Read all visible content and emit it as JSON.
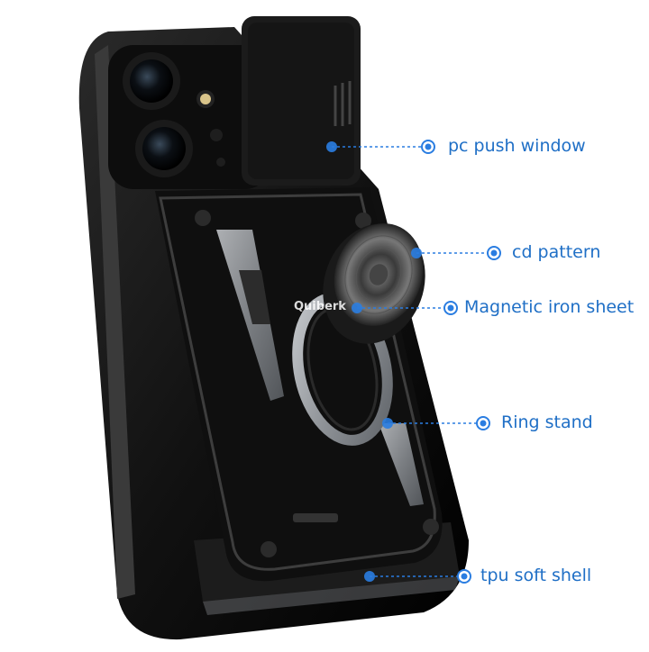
{
  "product": {
    "name": "rugged phone case with camera slider and ring stand",
    "watermark": "Quiberk"
  },
  "callouts": [
    {
      "id": "pc-push-window",
      "label": "pc push window"
    },
    {
      "id": "cd-pattern",
      "label": "cd pattern"
    },
    {
      "id": "magnetic-iron-sheet",
      "label": "Magnetic iron sheet"
    },
    {
      "id": "ring-stand",
      "label": "Ring stand"
    },
    {
      "id": "tpu-soft-shell",
      "label": "tpu soft shell"
    }
  ],
  "colors": {
    "callout_text": "#1f6fc6",
    "callout_dot": "#2a7de1",
    "case_black": "#141414",
    "metal_gray": "#9a9ea3"
  }
}
